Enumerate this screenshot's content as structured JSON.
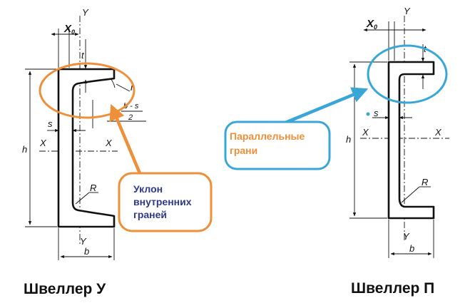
{
  "left_diagram": {
    "axis_y_top": "Y",
    "axis_y_bottom": "Y",
    "axis_x_left": "X",
    "axis_x_right": "X",
    "x0_main": "X",
    "x0_sub": "0",
    "t": "t",
    "r": "r",
    "frac_num": "b - s",
    "frac_den": "2",
    "s": "s",
    "h": "h",
    "R": "R",
    "b": "b",
    "caption": "Швеллер У"
  },
  "right_diagram": {
    "axis_y_top": "Y",
    "axis_y_bottom": "Y",
    "axis_x_left": "X",
    "axis_x_right": "X",
    "x0_main": "X",
    "x0_sub": "0",
    "t": "t",
    "s": "s",
    "h": "h",
    "R": "R",
    "b": "b",
    "caption": "Швеллер П"
  },
  "callout_slope": {
    "line1": "Уклон",
    "line2": "внутренних",
    "line3": "граней",
    "color": "#ee8f3a",
    "text_color": "#2e3a86"
  },
  "callout_parallel": {
    "line1": "Параллельные",
    "line2": "грани",
    "color": "#3aa6d8",
    "text_color": "#ee8f3a"
  }
}
